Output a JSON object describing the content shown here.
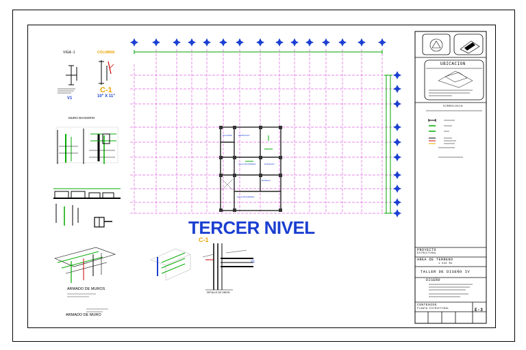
{
  "sheet": {
    "main_title": "TERCER NIVEL",
    "beam_label": "VIGA -1",
    "column_label": "COLUMNA",
    "column_tag": "C-1",
    "column_size": "10\" X 11\"",
    "v1_tag": "V1",
    "partition_label": "MURO DIVISORIO",
    "wall_reinforcement_1": "ARMADO DE MUROS",
    "wall_reinforcement_2": "ARMADO DE MURO",
    "detail_c1_tag": "C-1",
    "detail_v1_tag": "V1",
    "bottom_caption": "DETALLE DE UNION",
    "room_labels": [
      "ALACENA",
      "DESPACHO",
      "SALA DE ESPERA",
      "PARQUEO",
      "SALA DE ESPERA",
      "BODEGA"
    ]
  },
  "title_block": {
    "location_header": "UBICACION",
    "symbology_header": "SIMBOLOGIA",
    "project_label": "PROYECTO",
    "project_value": "ESTRUCTURAL",
    "area_label": "AREA DE TERRENO",
    "area_value": "1 550 M2",
    "course": "TALLER DE DISEÑO IV",
    "design_header": "DISEÑO",
    "contents_label": "CONTENIDO",
    "contents_value": "PLANTA ESTRUCTURAL",
    "sheet_number": "E-3"
  }
}
